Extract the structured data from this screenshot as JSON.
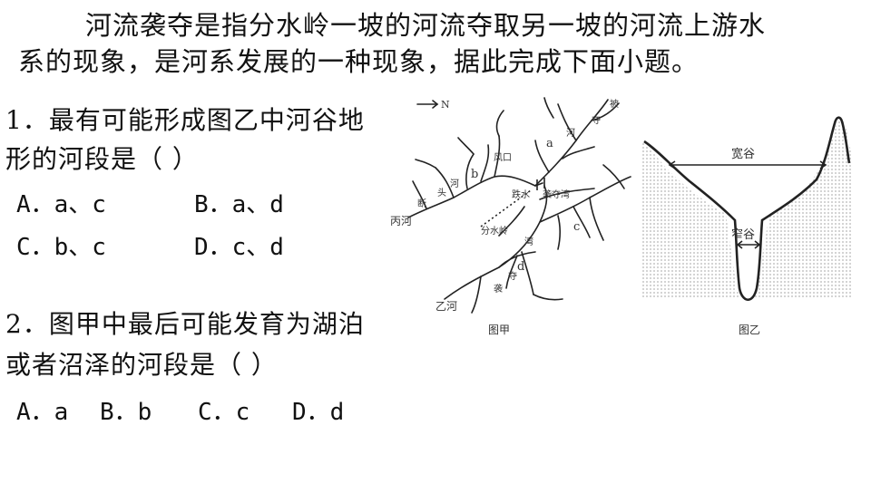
{
  "intro": {
    "line1": "河流袭夺是指分水岭一坡的河流夺取另一坡的河流上游水",
    "line2": "系的现象，是河系发展的一种现象，据此完成下面小题。"
  },
  "q1": {
    "line1": "1．最有可能形成图乙中河谷地",
    "line2": "形的河段是（  ）",
    "options": [
      "A．a、c",
      "B．a、d",
      "C．b、c",
      "D．c、d"
    ]
  },
  "q2": {
    "line1": "2．图甲中最后可能发育为湖泊",
    "line2": "或者沼泽的河段是（  ）",
    "options": [
      "A．a",
      "B．b",
      "C．c",
      "D．d"
    ]
  },
  "figure_jia": {
    "caption": "图甲",
    "north": "N",
    "labels": {
      "bing_he": "丙河",
      "yi_he": "乙河",
      "fengkou": "风口",
      "tieshui": "跌水",
      "xiduowan": "袭夺湾",
      "fenshuiling": "分水岭",
      "a": "a",
      "b": "b",
      "c": "c",
      "d": "d",
      "bei": "被",
      "duo": "夺",
      "he_a": "河",
      "he_b": "河",
      "tou": "头",
      "duan": "断",
      "wan": "湾",
      "duo_d": "夺",
      "xi_d": "袭"
    }
  },
  "figure_yi": {
    "caption": "图乙",
    "wide_valley": "宽谷",
    "narrow_valley": "窄谷"
  }
}
